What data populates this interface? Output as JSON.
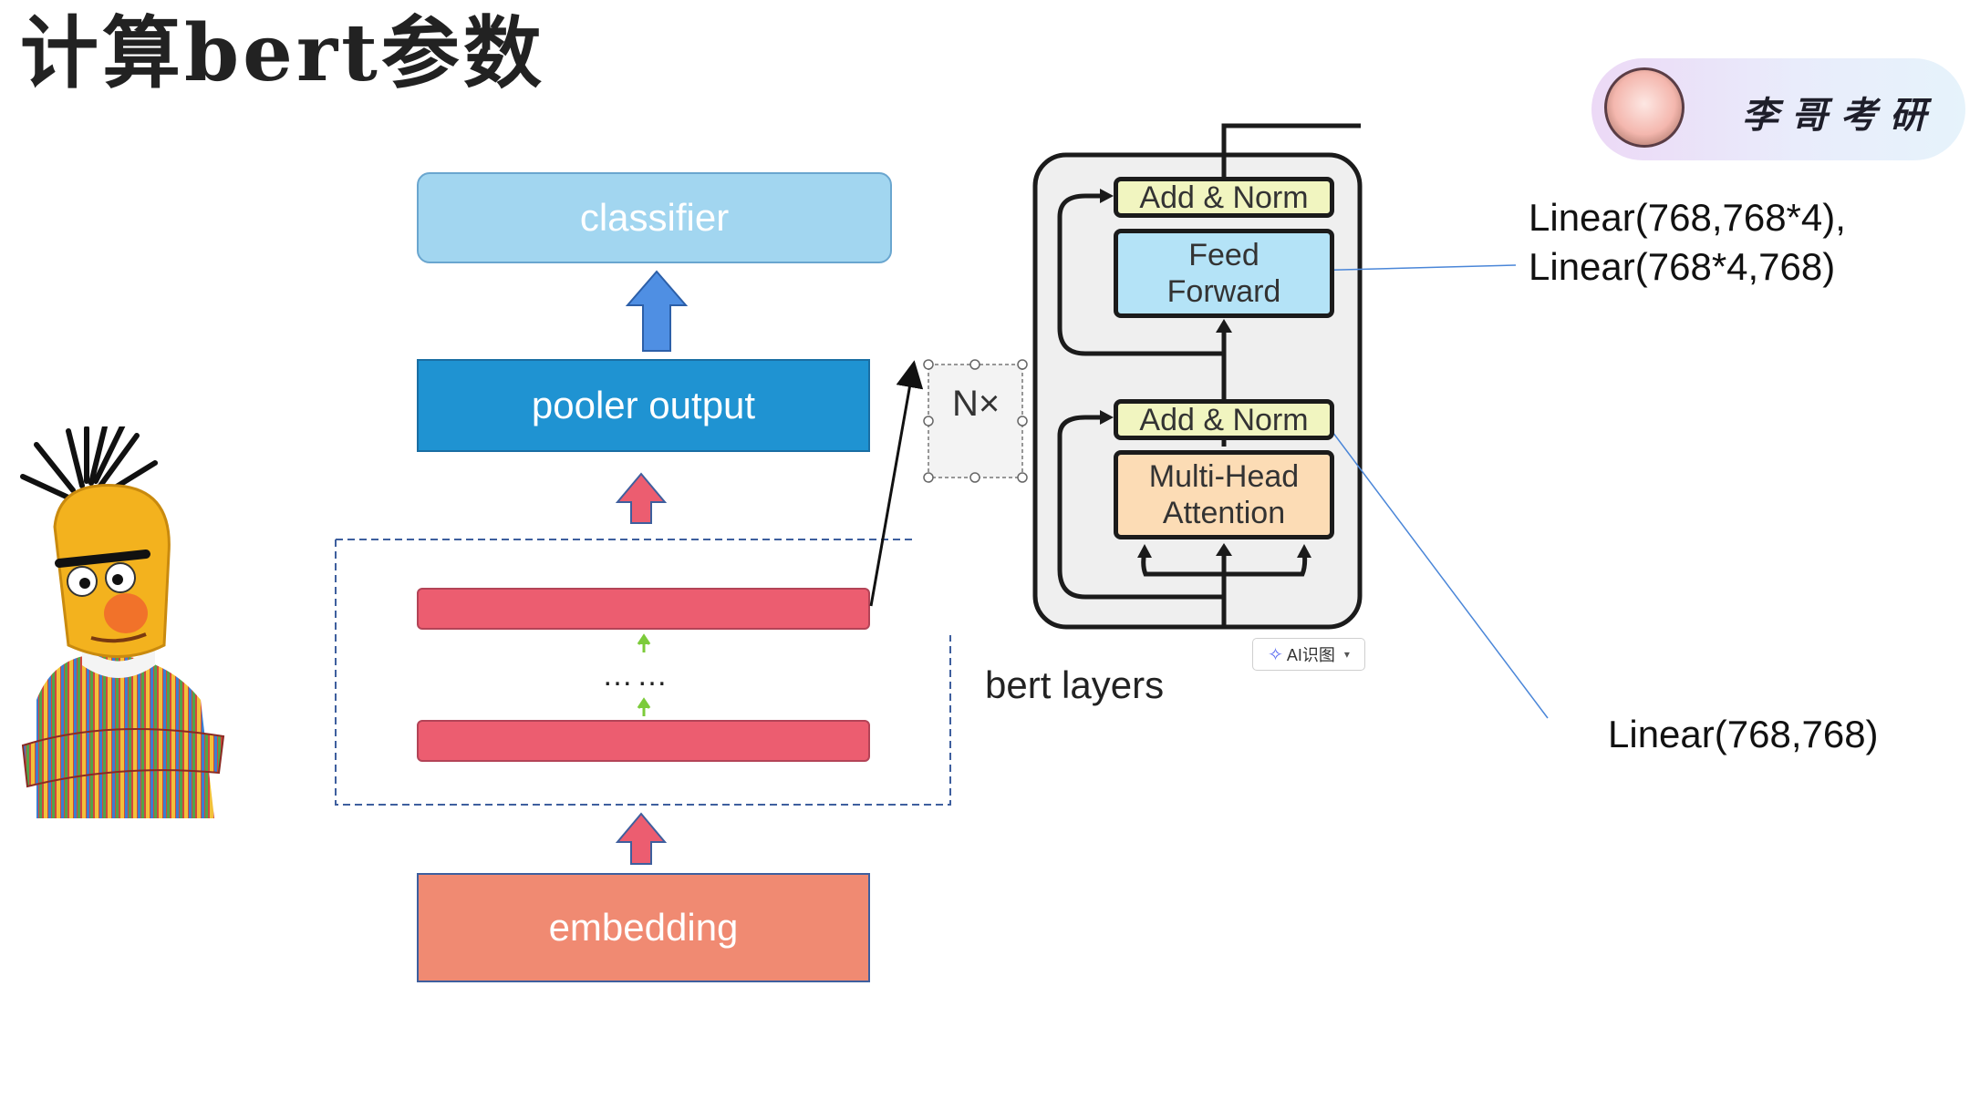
{
  "title": "计算bert参数",
  "brand": {
    "name": "李哥考研",
    "avatar_icon": "anime-avatar-icon"
  },
  "stack": {
    "classifier": "classifier",
    "pooler": "pooler output",
    "ellipsis": "……",
    "embedding": "embedding"
  },
  "transformer": {
    "add_norm_top": "Add & Norm",
    "feed_forward": "Feed Forward",
    "add_norm_bottom": "Add & Norm",
    "multi_head": "Multi-Head Attention",
    "repeat": "N×"
  },
  "labels": {
    "bert_layers": "bert layers",
    "ffn_line1": "Linear(768,768*4),",
    "ffn_line2": "Linear(768*4,768)",
    "attn": "Linear(768,768)"
  },
  "ai_chip": {
    "label": "AI识图",
    "icon": "sparkle-icon"
  },
  "colors": {
    "classifier": "#a2d6f0",
    "pooler": "#1f93d2",
    "layer": "#ec5d70",
    "embedding": "#f08a72",
    "up_arrow_blue": "#4f8fe3",
    "up_arrow_red": "#ec5d70",
    "small_arrow_green": "#7ccb3a"
  }
}
